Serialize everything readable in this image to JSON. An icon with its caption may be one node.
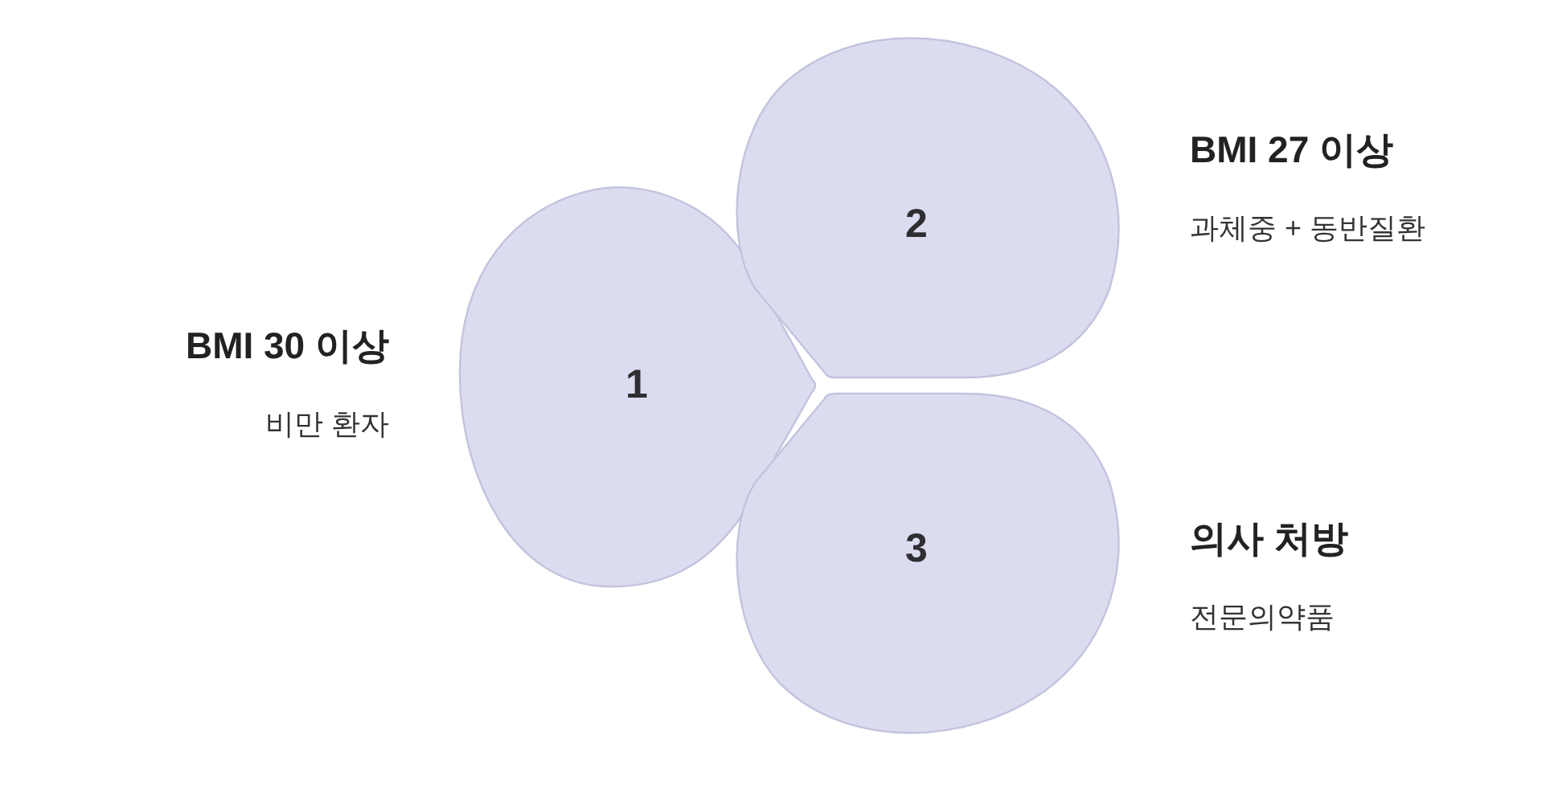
{
  "diagram": {
    "nodes": [
      {
        "text": [
          "1"
        ],
        "beside": [
          "BMI 30 이상",
          "비만 환자"
        ]
      },
      {
        "text": [
          "2"
        ],
        "beside": [
          "BMI 27 이상",
          "과체중 + 동반질환"
        ]
      },
      {
        "text": [
          "3"
        ],
        "beside": [
          "의사 처방",
          "전문의약품"
        ]
      }
    ]
  }
}
